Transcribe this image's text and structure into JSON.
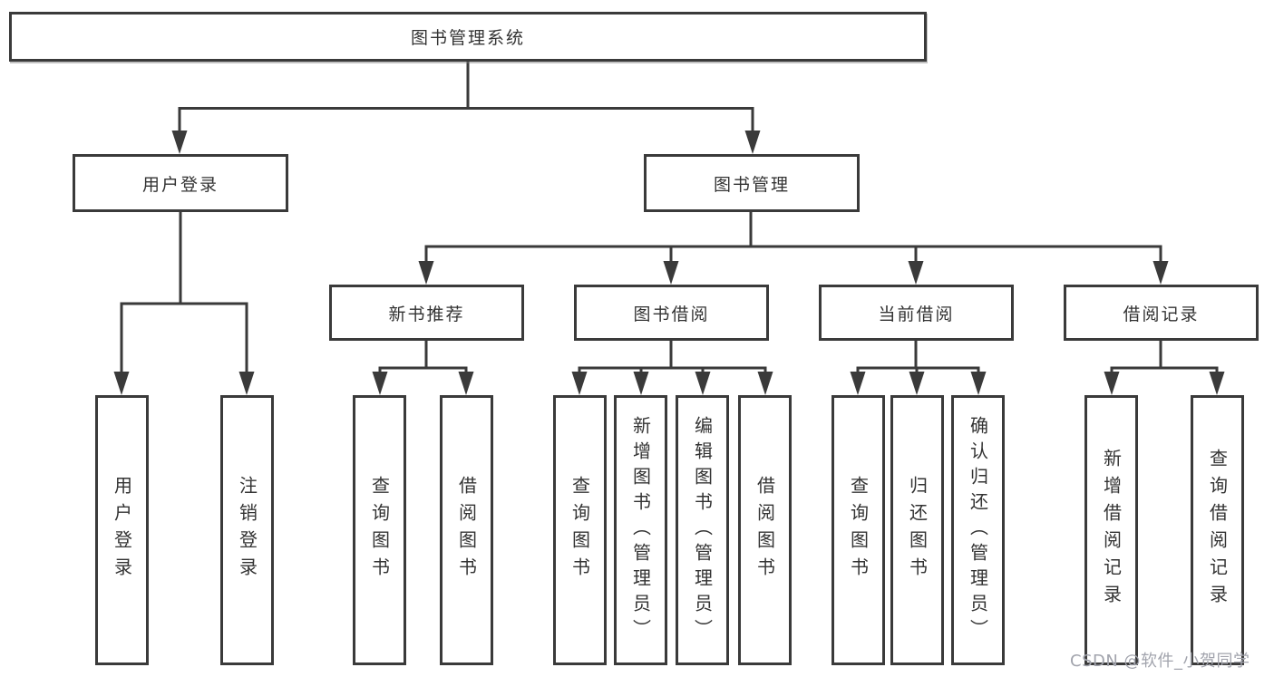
{
  "tree": {
    "label": "图书管理系统",
    "children": [
      {
        "label": "用户登录",
        "children": [
          {
            "label": "用户登录"
          },
          {
            "label": "注销登录"
          }
        ]
      },
      {
        "label": "图书管理",
        "children": [
          {
            "label": "新书推荐",
            "children": [
              {
                "label": "查询图书"
              },
              {
                "label": "借阅图书"
              }
            ]
          },
          {
            "label": "图书借阅",
            "children": [
              {
                "label": "查询图书"
              },
              {
                "label": "新增图书（管理员）"
              },
              {
                "label": "编辑图书（管理员）"
              },
              {
                "label": "借阅图书"
              }
            ]
          },
          {
            "label": "当前借阅",
            "children": [
              {
                "label": "查询图书"
              },
              {
                "label": "归还图书"
              },
              {
                "label": "确认归还（管理员）"
              }
            ]
          },
          {
            "label": "借阅记录",
            "children": [
              {
                "label": "新增借阅记录"
              },
              {
                "label": "查询借阅记录"
              }
            ]
          }
        ]
      }
    ]
  },
  "watermark": {
    "text": "CSDN @软件_小贺同学"
  },
  "colors": {
    "line": "#3a3a3a",
    "box_border": "#3a3a3a",
    "text": "#333333",
    "watermark": "#a2a4ad",
    "background": "#ffffff"
  }
}
